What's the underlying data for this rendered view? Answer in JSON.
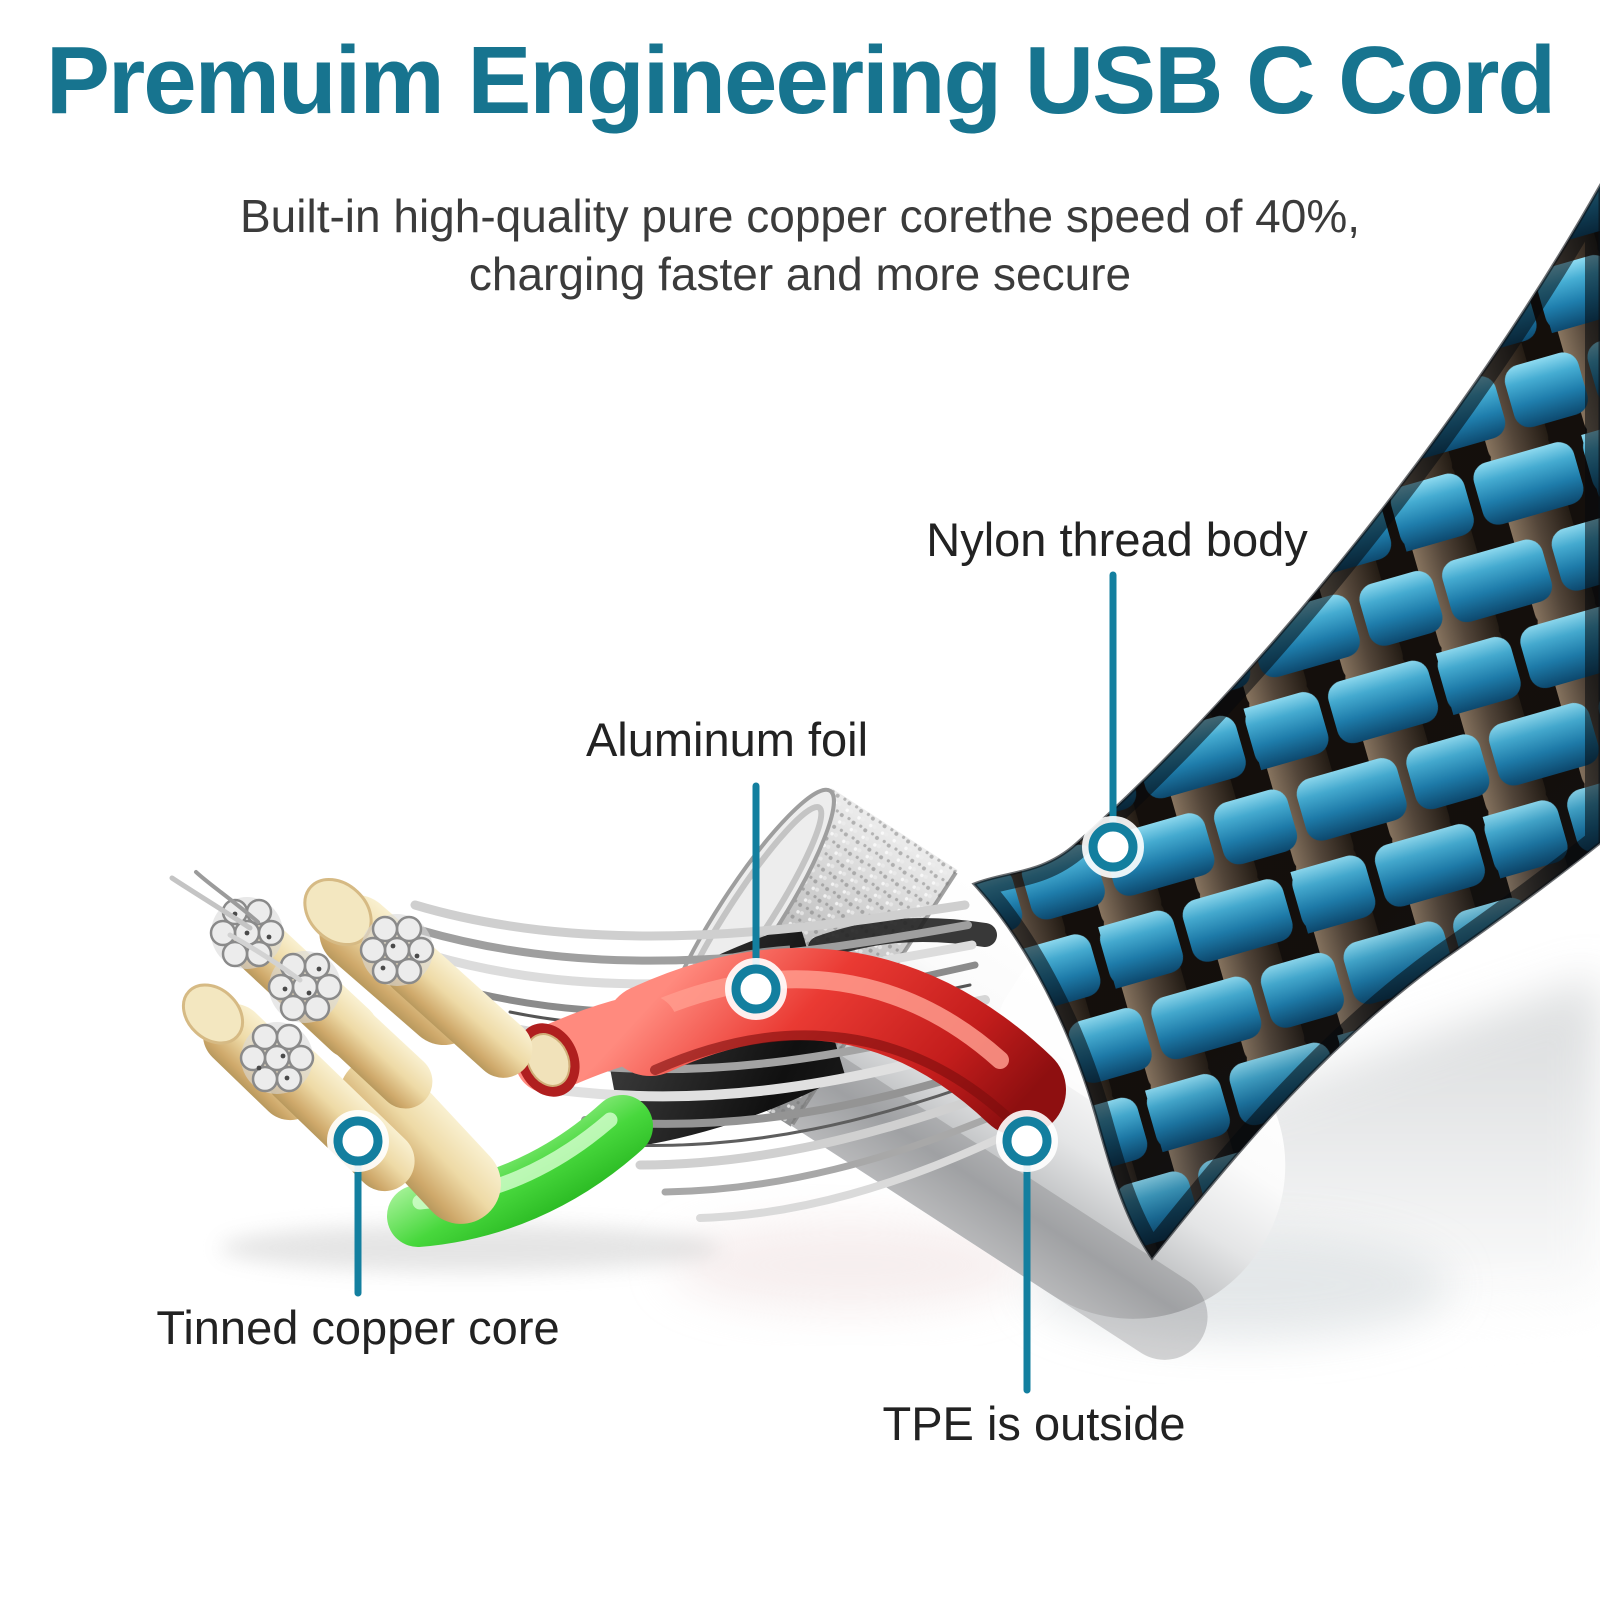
{
  "page": {
    "title": "Premuim Engineering USB C Cord",
    "subtitle": {
      "line1": "Built-in high-quality pure copper corethe speed of 40%,",
      "line2": "charging faster and more secure"
    },
    "callouts": {
      "nylon": "Nylon thread body",
      "aluminum": "Aluminum foil",
      "tinned": "Tinned copper core",
      "tpe": "TPE is outside"
    },
    "colors": {
      "title": "#17748f",
      "subtitle": "#3b3b3b",
      "label": "#222222",
      "callout": "#137f9f",
      "braid_blue": "#2f94c0",
      "braid_dark": "#55473a",
      "wire_red": "#d93030",
      "wire_green": "#3bd336",
      "copper_core": "#eedbab",
      "tpe_white": "#f2f2f2",
      "background": "#ffffff"
    }
  }
}
